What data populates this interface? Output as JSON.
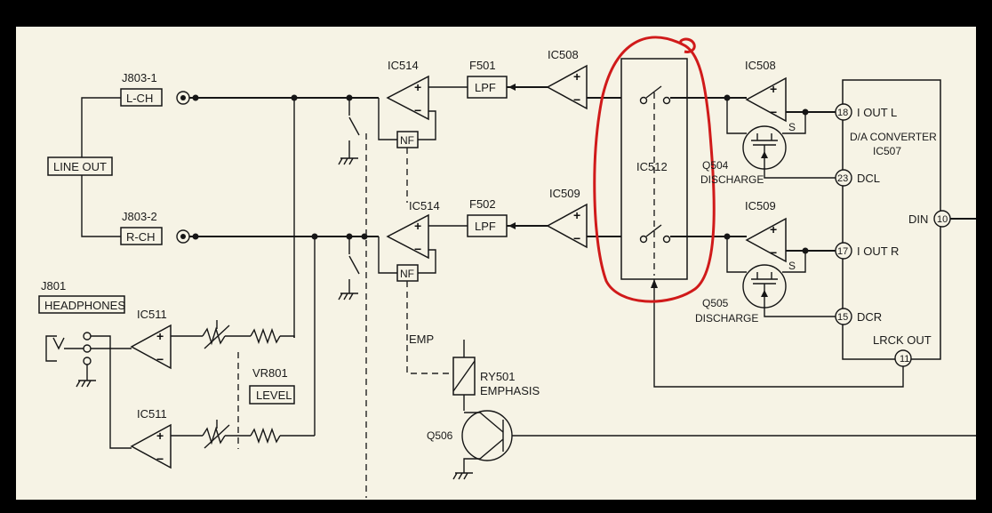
{
  "connectors": {
    "j803_1": "J803-1",
    "l_ch": "L-CH",
    "j803_2": "J803-2",
    "r_ch": "R-CH",
    "line_out": "LINE OUT",
    "j801": "J801",
    "headphones": "HEADPHONES"
  },
  "amplifiers": {
    "ic514_top": "IC514",
    "ic514_bot": "IC514",
    "ic508_left": "IC508",
    "ic509_left": "IC509",
    "ic508_right": "IC508",
    "ic509_right": "IC509",
    "ic511_top": "IC511",
    "ic511_bot": "IC511",
    "plus": "+",
    "minus": "−"
  },
  "filters": {
    "f501": "F501",
    "f502": "F502",
    "lpf": "LPF",
    "nf": "NF"
  },
  "switch_ic": "IC512",
  "dac": {
    "title": "D/A CONVERTER",
    "ic": "IC507",
    "pins": {
      "p18": "18",
      "iout_l": "I OUT L",
      "p23": "23",
      "dcl": "DCL",
      "p17": "17",
      "iout_r": "I OUT R",
      "p15": "15",
      "dcr": "DCR",
      "p10": "10",
      "din": "DIN",
      "p11": "11",
      "lrck": "LRCK OUT"
    }
  },
  "transistors": {
    "q504": "Q504",
    "q505": "Q505",
    "discharge": "DISCHARGE",
    "s": "S",
    "q506": "Q506"
  },
  "relay": {
    "ry501": "RY501",
    "emphasis": "EMPHASIS",
    "emp": "EMP"
  },
  "level": {
    "vr801": "VR801",
    "level": "LEVEL"
  }
}
